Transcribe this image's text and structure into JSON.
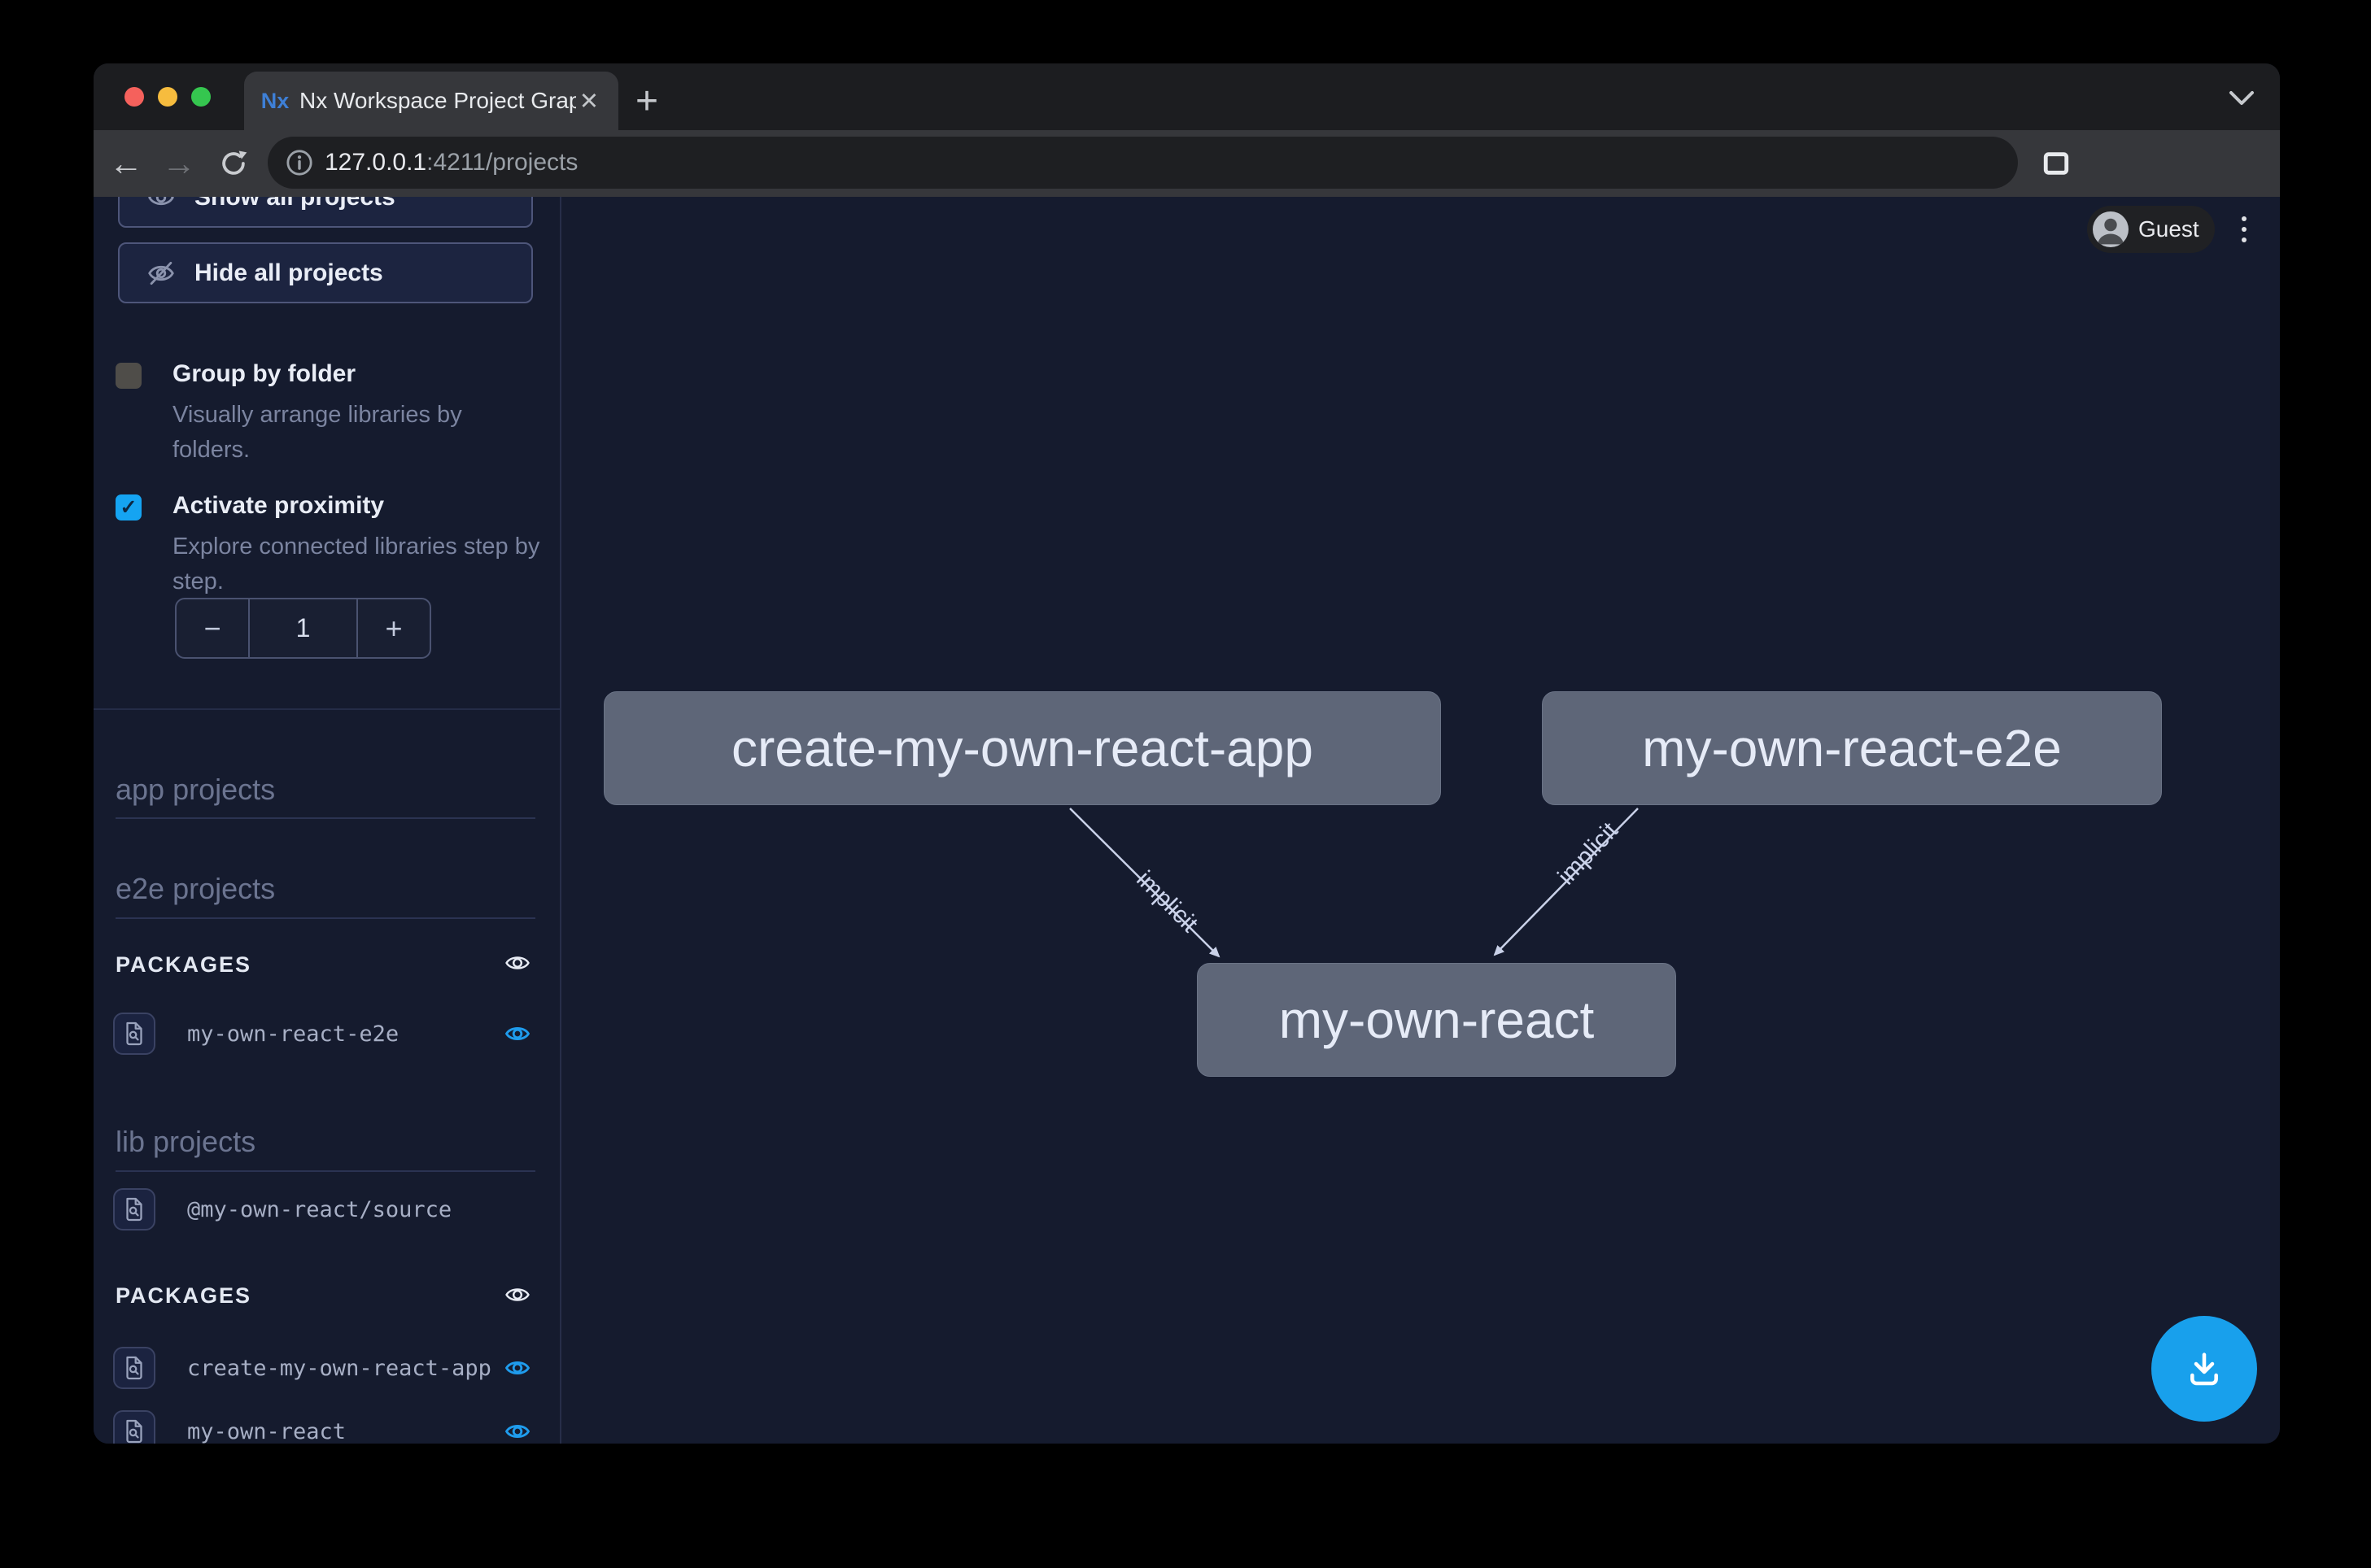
{
  "browser": {
    "tab_title": "Nx Workspace Project Graph",
    "tab_close_glyph": "✕",
    "new_tab_glyph": "+",
    "favicon_text": "Nx",
    "url_host": "127.0.0.1",
    "url_path": ":4211/projects",
    "profile_label": "Guest"
  },
  "sidebar": {
    "show_all_label": "Show all projects",
    "hide_all_label": "Hide all projects",
    "group_by_folder": {
      "label": "Group by folder",
      "description_line1": "Visually arrange libraries by",
      "description_line2": "folders.",
      "checked": false
    },
    "proximity": {
      "label": "Activate proximity",
      "description_line1": "Explore connected libraries step by",
      "description_line2": "step.",
      "checked": true,
      "check_glyph": "✓"
    },
    "stepper": {
      "minus": "−",
      "value": "1",
      "plus": "+"
    },
    "headings": {
      "app": "app projects",
      "e2e": "e2e projects",
      "lib": "lib projects",
      "packages": "PACKAGES"
    },
    "rows": [
      {
        "name": "my-own-react-e2e",
        "eye": "blue"
      },
      {
        "name": "@my-own-react/source",
        "eye": "none"
      },
      {
        "name": "create-my-own-react-app",
        "eye": "blue"
      },
      {
        "name": "my-own-react",
        "eye": "blue"
      }
    ]
  },
  "graph": {
    "nodes": [
      {
        "label": "create-my-own-react-app"
      },
      {
        "label": "my-own-react-e2e"
      },
      {
        "label": "my-own-react"
      }
    ],
    "edges": [
      {
        "label": "implicit"
      },
      {
        "label": "implicit"
      }
    ]
  },
  "colors": {
    "accent_blue": "#18a0ec",
    "checkbox_blue": "#15a4f2",
    "eye_blue": "#1f9ced",
    "node_bg": "#5e6678",
    "edge": "#c9d1e8",
    "canvas_bg": "#151b2e",
    "chrome_bg": "#36373b"
  }
}
